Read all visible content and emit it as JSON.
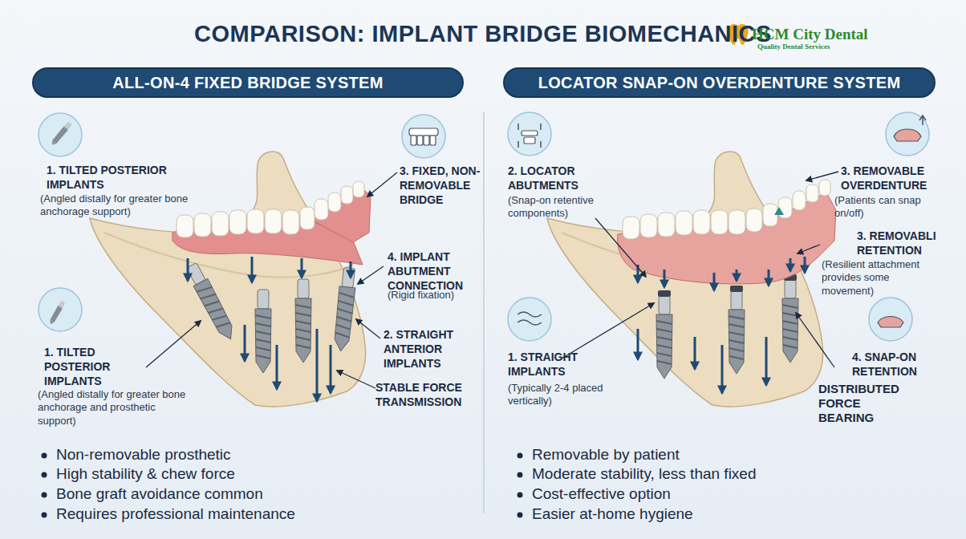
{
  "diagram": {
    "title": "COMPARISON: IMPLANT BRIDGE BIOMECHANICS",
    "nodes": [
      {
        "text": [
          "ALL-ON-4 FIXED BRIDGE SYSTEM"
        ]
      },
      {
        "text": [
          "LOCATOR SNAP-ON OVERDENTURE SYSTEM"
        ]
      }
    ],
    "labels": [
      "HCM City Dental",
      "Quality Dental Services",
      "1. TILTED POSTERIOR IMPLANTS",
      "(Angled distally for greater bone anchorage support)",
      "3. FIXED, NON-REMOVABLE BRIDGE",
      "4. IMPLANT ABUTMENT CONNECTION",
      "(Rigid fixation)",
      "1. TILTED POSTERIOR IMPLANTS",
      "(Angled distally for greater bone anchorage and prosthetic support)",
      "2. STRAIGHT ANTERIOR IMPLANTS",
      "STABLE FORCE TRANSMISSION",
      "Non-removable prosthetic",
      "High stability & chew force",
      "Bone graft avoidance common",
      "Requires professional maintenance",
      "2. LOCATOR ABUTMENTS",
      "(Snap-on retentive components)",
      "3. REMOVABLE OVERDENTURE",
      "(Patients can snap on/off)",
      "3. REMOVABLI RETENTION",
      "(Resilient attachment provides some movement)",
      "1. STRAIGHT IMPLANTS",
      "(Typically 2-4 placed vertically)",
      "4. SNAP-ON RETENTION",
      "DISTRIBUTED FORCE BEARING",
      "Removable by patient",
      "Moderate stability, less than fixed",
      "Cost-effective option",
      "Easier at-home hygiene"
    ]
  }
}
